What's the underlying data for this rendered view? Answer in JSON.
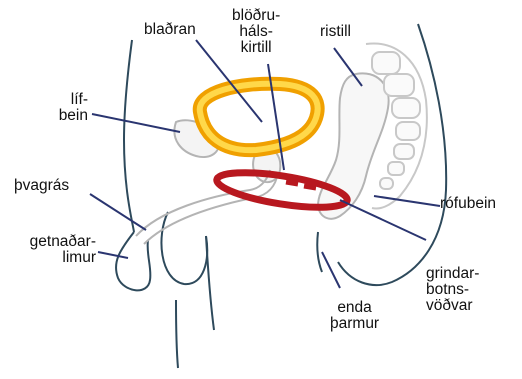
{
  "colors": {
    "outline": "#2e4a5c",
    "organ_outline": "#b4b4b4",
    "spine_outline": "#c8c8c8",
    "leader": "#2a3570",
    "bladder_outer": "#f0a000",
    "bladder_inner": "#ffd84a",
    "pelvic_floor": "#b8181f"
  },
  "labels": {
    "bladder": [
      "blaðran"
    ],
    "bladder_neck": [
      "blöðru-",
      "háls-",
      "kirtill"
    ],
    "colon": [
      "ristill"
    ],
    "pubic_bone": [
      "líf-",
      "bein"
    ],
    "urethra": [
      "þvagrás"
    ],
    "penis": [
      "getnaðar-",
      "limur"
    ],
    "coccyx": [
      "rófubein"
    ],
    "pelvic_floor_muscles": [
      "grindar-",
      "botns-",
      "vöðvar"
    ],
    "rectum": [
      "enda",
      "þarmur"
    ]
  }
}
